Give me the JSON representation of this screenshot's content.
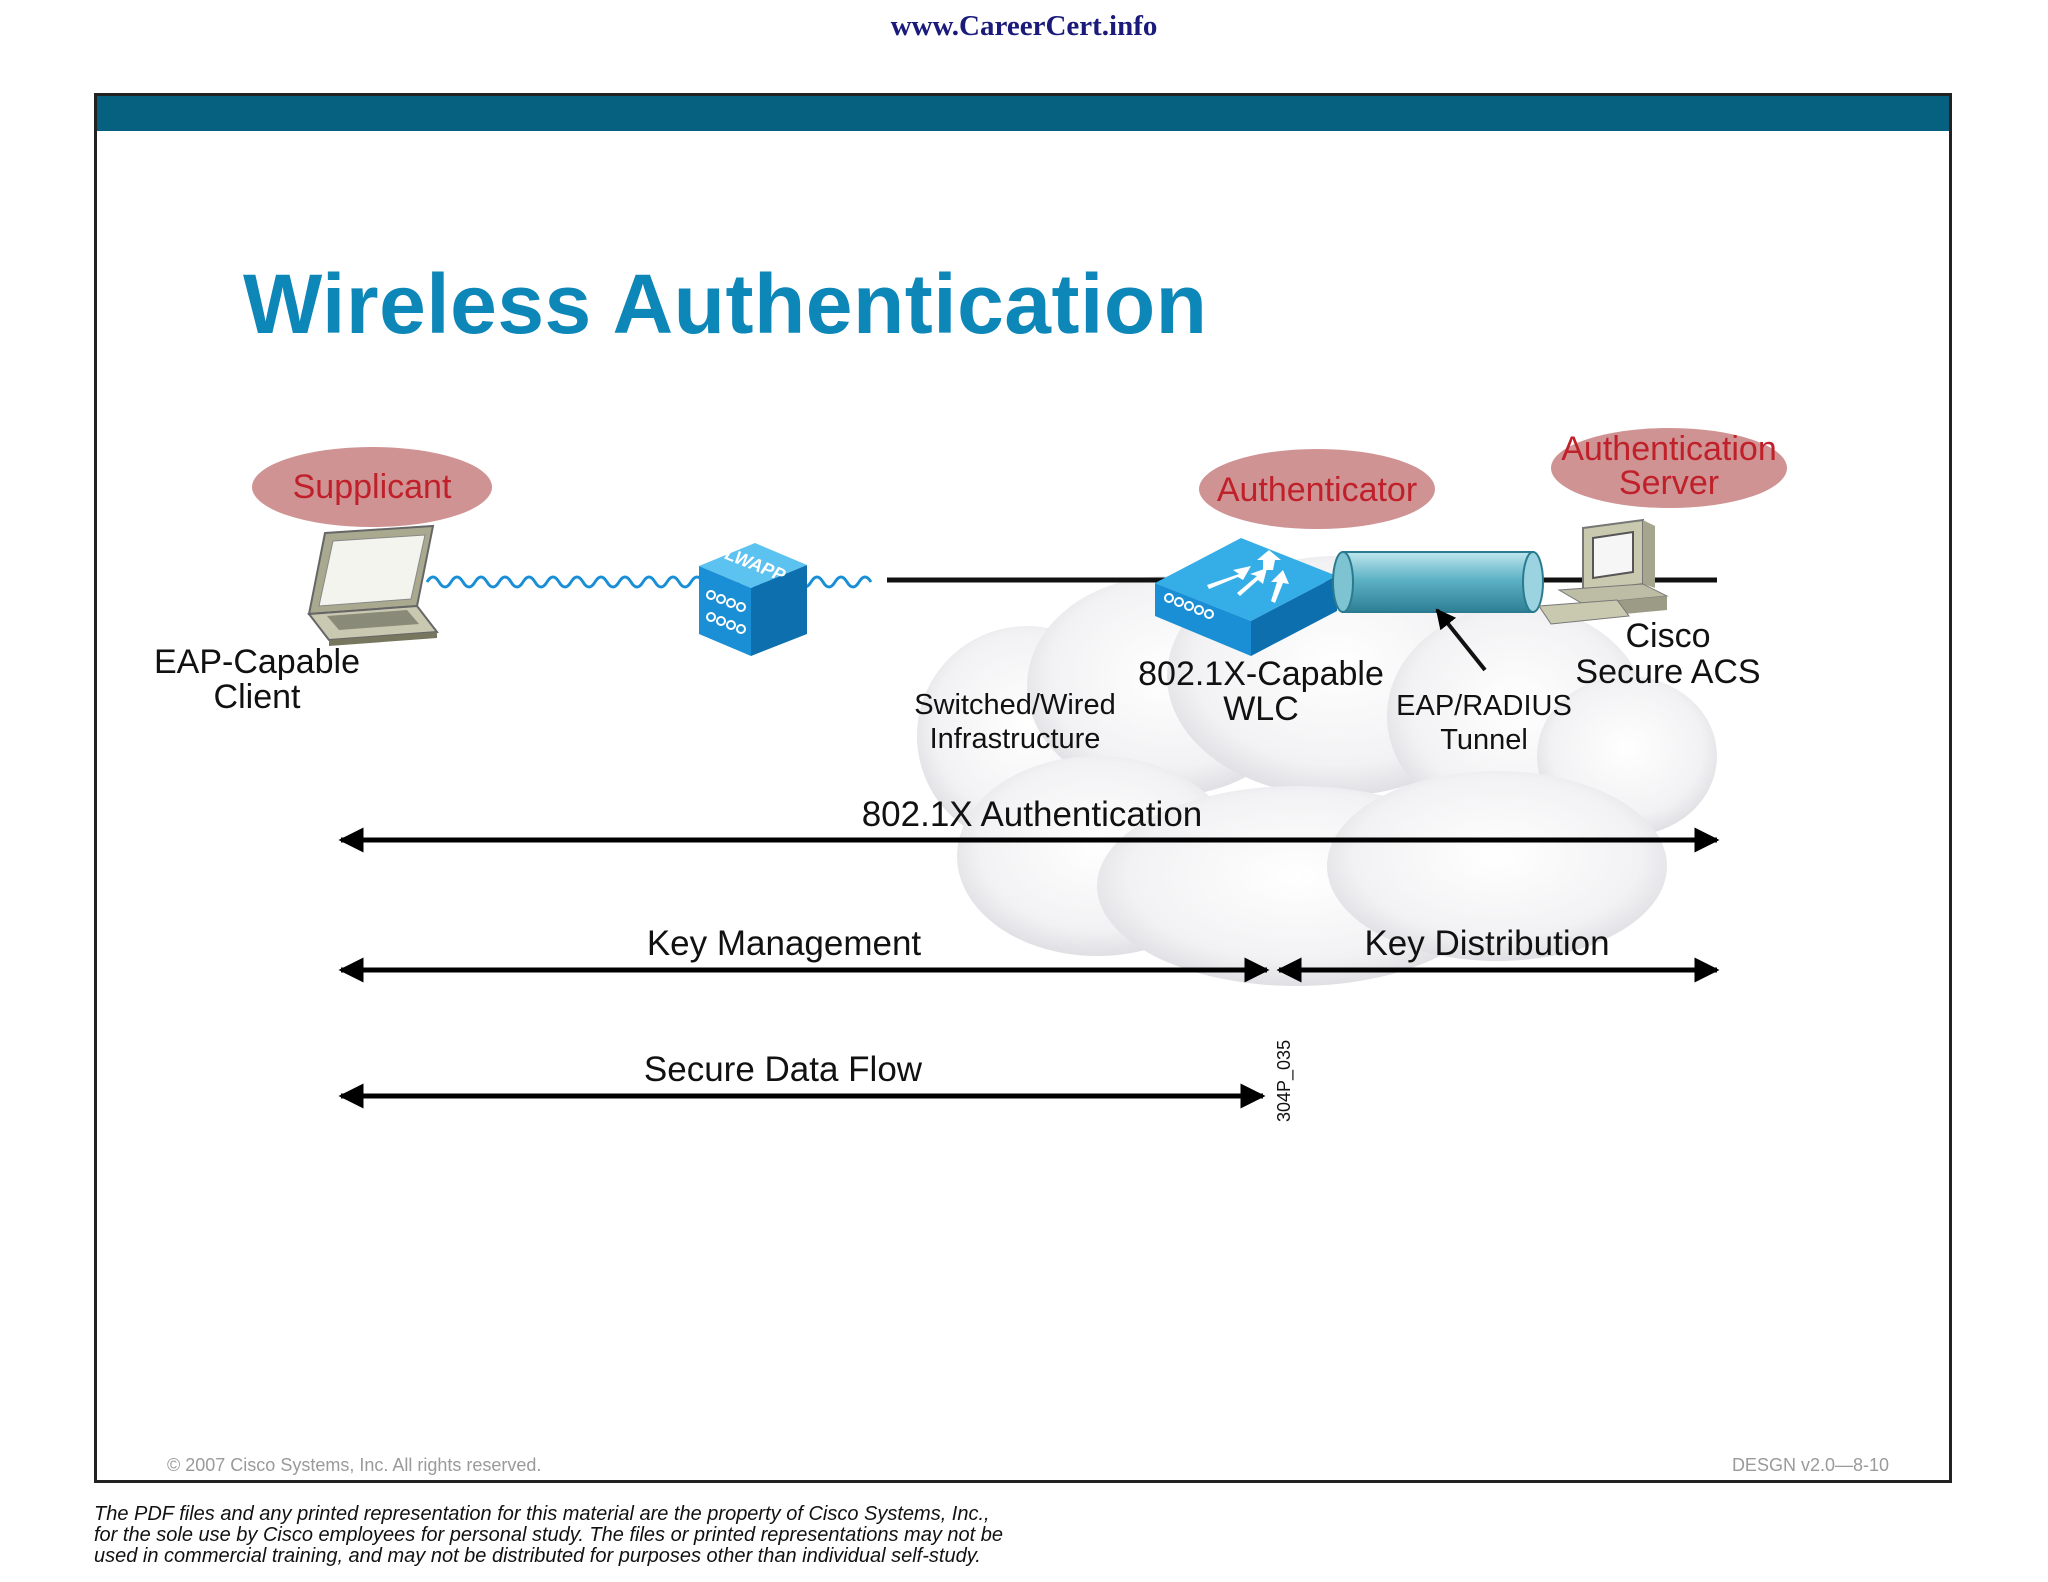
{
  "header": {
    "site_url": "www.CareerCert.info"
  },
  "slide": {
    "title": "Wireless Authentication",
    "roles": {
      "supplicant": "Supplicant",
      "authenticator": "Authenticator",
      "auth_server_line1": "Authentication",
      "auth_server_line2": "Server"
    },
    "devices": {
      "client_line1": "EAP-Capable",
      "client_line2": "Client",
      "ap_label": "LWAPP",
      "infra_line1": "Switched/Wired",
      "infra_line2": "Infrastructure",
      "wlc_line1": "802.1X-Capable",
      "wlc_line2": "WLC",
      "tunnel_line1": "EAP/RADIUS",
      "tunnel_line2": "Tunnel",
      "acs_line1": "Cisco",
      "acs_line2": "Secure ACS"
    },
    "flows": {
      "auth": "802.1X Authentication",
      "key_mgmt": "Key Management",
      "key_dist": "Key Distribution",
      "data": "Secure Data Flow"
    },
    "figure_id": "304P_035",
    "footer_left": "© 2007 Cisco Systems, Inc. All rights reserved.",
    "footer_right": "DESGN v2.0—8-10"
  },
  "disclaimer": {
    "line1": "The PDF files and any printed representation for this material are the property of Cisco Systems, Inc.,",
    "line2": "for the sole use by Cisco employees for personal study. The files or printed representations may not be",
    "line3": "used in commercial training, and may not be distributed for purposes other than individual self-study."
  },
  "colors": {
    "title_blue": "#0d86b8",
    "header_bar": "#06607f",
    "role_oval": "#cf9393",
    "role_text": "#c0202a",
    "device_blue": "#1a8fd6"
  }
}
